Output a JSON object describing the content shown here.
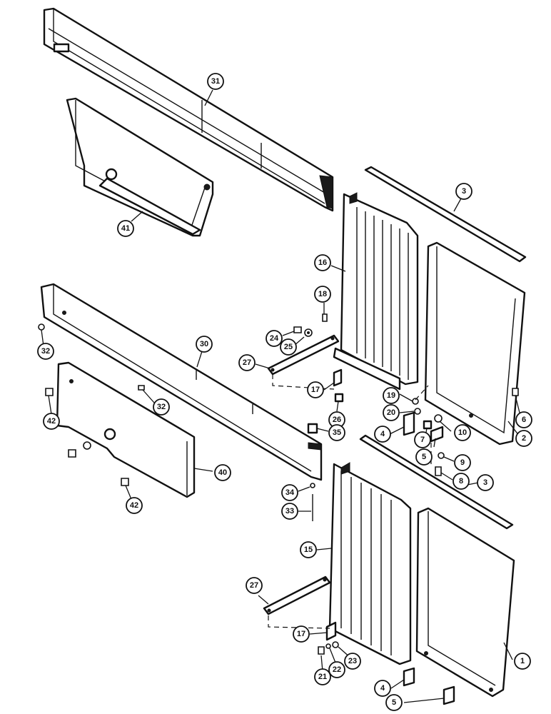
{
  "callouts": [
    {
      "id": "c31",
      "label": "31"
    },
    {
      "id": "c41",
      "label": "41"
    },
    {
      "id": "c3a",
      "label": "3"
    },
    {
      "id": "c16",
      "label": "16"
    },
    {
      "id": "c18",
      "label": "18"
    },
    {
      "id": "c24",
      "label": "24"
    },
    {
      "id": "c25",
      "label": "25"
    },
    {
      "id": "c27a",
      "label": "27"
    },
    {
      "id": "c17a",
      "label": "17"
    },
    {
      "id": "c26",
      "label": "26"
    },
    {
      "id": "c19",
      "label": "19"
    },
    {
      "id": "c20",
      "label": "20"
    },
    {
      "id": "c4a",
      "label": "4"
    },
    {
      "id": "c7",
      "label": "7"
    },
    {
      "id": "c5a",
      "label": "5"
    },
    {
      "id": "c10",
      "label": "10"
    },
    {
      "id": "c9",
      "label": "9"
    },
    {
      "id": "c8",
      "label": "8"
    },
    {
      "id": "c6",
      "label": "6"
    },
    {
      "id": "c2",
      "label": "2"
    },
    {
      "id": "c3b",
      "label": "3"
    },
    {
      "id": "c32a",
      "label": "32"
    },
    {
      "id": "c30",
      "label": "30"
    },
    {
      "id": "c42a",
      "label": "42"
    },
    {
      "id": "c32b",
      "label": "32"
    },
    {
      "id": "c35",
      "label": "35"
    },
    {
      "id": "c40",
      "label": "40"
    },
    {
      "id": "c42b",
      "label": "42"
    },
    {
      "id": "c34",
      "label": "34"
    },
    {
      "id": "c33",
      "label": "33"
    },
    {
      "id": "c15",
      "label": "15"
    },
    {
      "id": "c27b",
      "label": "27"
    },
    {
      "id": "c17b",
      "label": "17"
    },
    {
      "id": "c21",
      "label": "21"
    },
    {
      "id": "c22",
      "label": "22"
    },
    {
      "id": "c23",
      "label": "23"
    },
    {
      "id": "c1",
      "label": "1"
    },
    {
      "id": "c4b",
      "label": "4"
    },
    {
      "id": "c5b",
      "label": "5"
    }
  ]
}
